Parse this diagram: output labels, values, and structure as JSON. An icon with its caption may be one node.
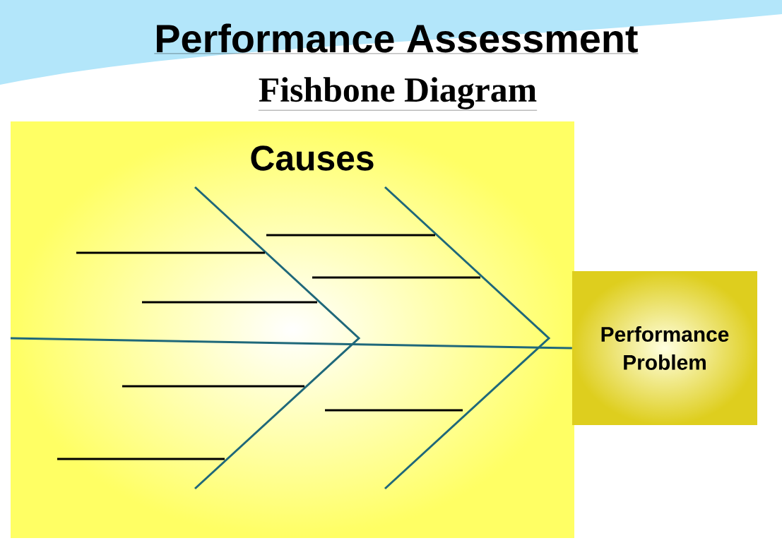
{
  "diagram": {
    "title": "Performance Assessment",
    "nodes": [
      {
        "text": [
          "Causes"
        ]
      },
      {
        "text": [
          "Performance Problem"
        ]
      }
    ],
    "edges": [
      {
        "from": null,
        "to": 1,
        "arrow": "none"
      }
    ],
    "labels": [
      "Fishbone Diagram"
    ]
  }
}
